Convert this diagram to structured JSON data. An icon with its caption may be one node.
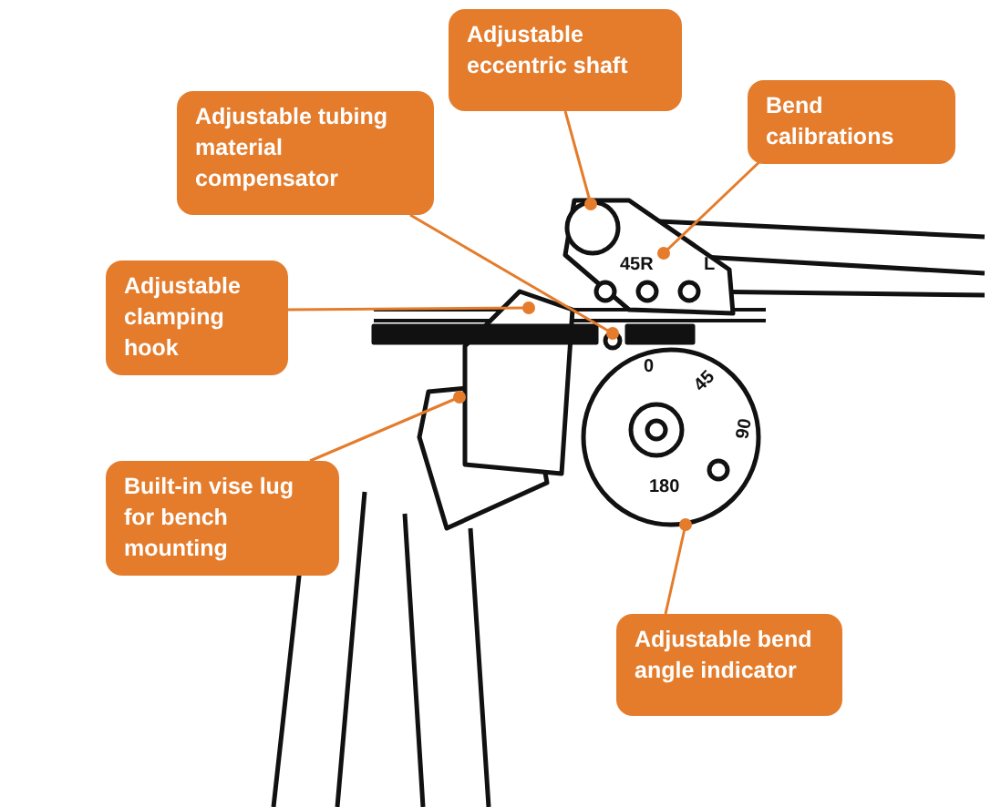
{
  "diagram": {
    "nodes": [
      {
        "text": [
          "Adjustable eccentric shaft"
        ]
      },
      {
        "text": [
          "Bend calibrations"
        ]
      },
      {
        "text": [
          "Adjustable tubing material compensator"
        ]
      },
      {
        "text": [
          "Adjustable clamping hook"
        ]
      },
      {
        "text": [
          "Built-in vise lug for bench mounting"
        ]
      },
      {
        "text": [
          "Adjustable bend angle indicator"
        ]
      },
      {
        "text": [
          "45R"
        ]
      },
      {
        "text": [],
        "shape": "box"
      },
      {
        "text": [],
        "shape": "box"
      },
      {
        "text": [],
        "shape": "circle"
      },
      {
        "text": [],
        "shape": "circle"
      },
      {
        "text": [],
        "shape": "circle"
      }
    ],
    "edges": [
      {
        "from": 0,
        "to": 9,
        "arrow": "other"
      },
      {
        "from": 1,
        "to": 6,
        "arrow": "other"
      },
      {
        "from": 2,
        "to": 10,
        "arrow": "other"
      },
      {
        "from": 3,
        "to": 8,
        "arrow": "other"
      },
      {
        "from": 4,
        "to": 7,
        "arrow": "other"
      },
      {
        "from": 5,
        "to": 11,
        "arrow": "other"
      }
    ],
    "labels": [
      "L",
      "0",
      "45",
      "90",
      "180"
    ]
  }
}
